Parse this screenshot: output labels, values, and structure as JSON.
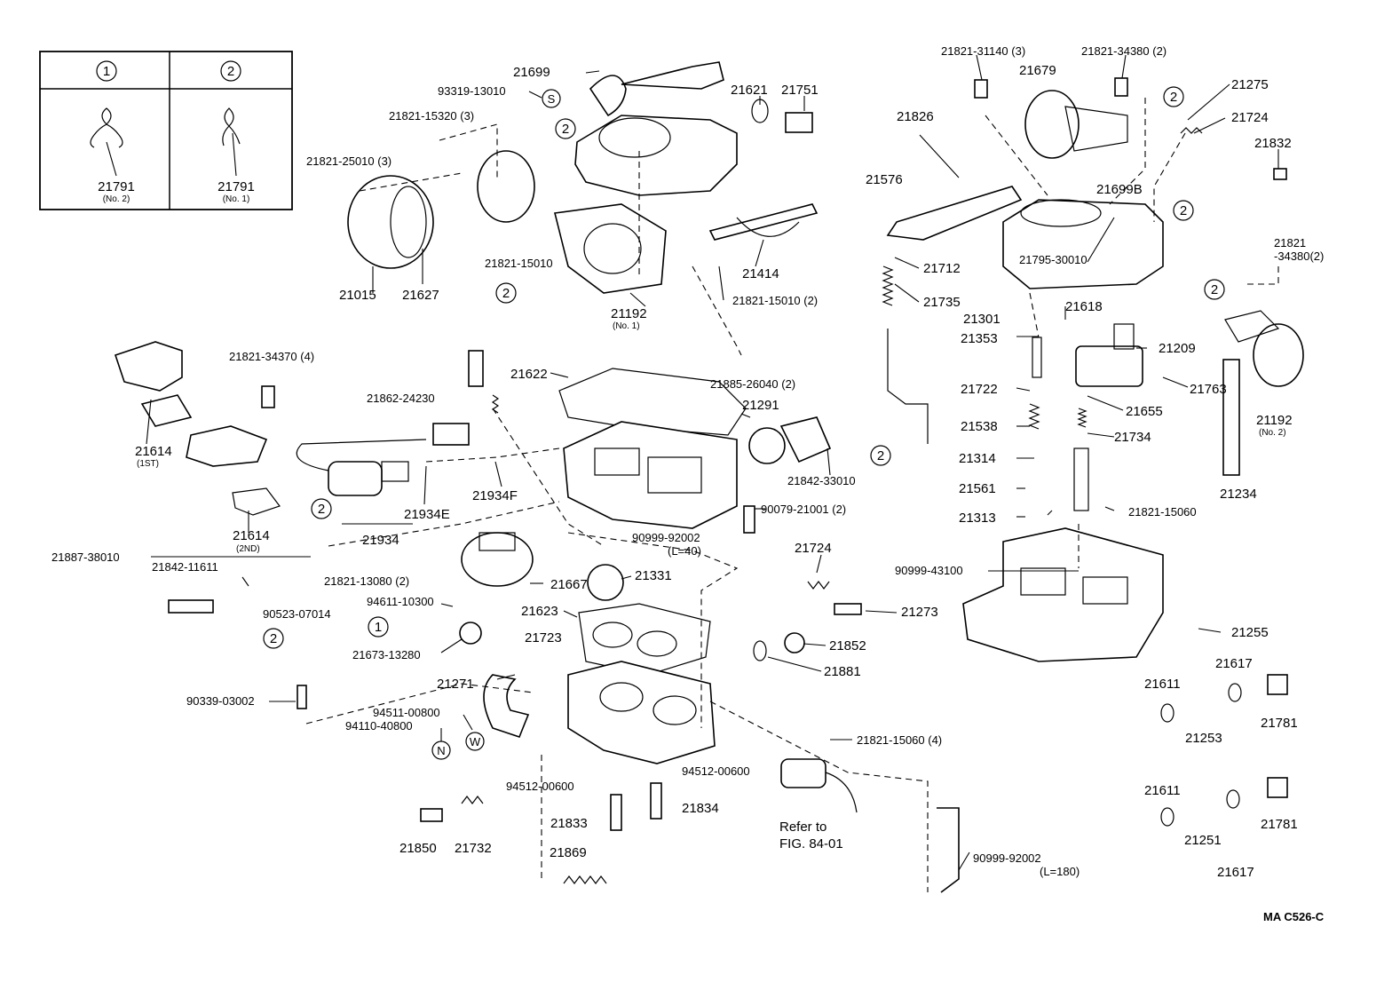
{
  "legend": {
    "headers": [
      "1",
      "2"
    ],
    "cells": [
      {
        "part": "21791",
        "note": "(No. 2)"
      },
      {
        "part": "21791",
        "note": "(No. 1)"
      }
    ]
  },
  "callouts": [
    {
      "id": "c1",
      "text": "21699"
    },
    {
      "id": "c2",
      "text": "93319-13010"
    },
    {
      "id": "c3",
      "text": "S"
    },
    {
      "id": "c4",
      "text": "21621"
    },
    {
      "id": "c5",
      "text": "21751"
    },
    {
      "id": "c6",
      "text": "21821-15320 (3)"
    },
    {
      "id": "c7",
      "text": "21821-25010 (3)"
    },
    {
      "id": "c8",
      "text": "21015"
    },
    {
      "id": "c9",
      "text": "21627"
    },
    {
      "id": "c10",
      "text": "21821-15010"
    },
    {
      "id": "c11",
      "text": "21192"
    },
    {
      "id": "c11n",
      "text": "(No. 1)"
    },
    {
      "id": "c12",
      "text": "21414"
    },
    {
      "id": "c13",
      "text": "21821-15010 (2)"
    },
    {
      "id": "c14",
      "text": "21885-26040 (2)"
    },
    {
      "id": "c15",
      "text": "21821-34370 (4)"
    },
    {
      "id": "c16",
      "text": "21614"
    },
    {
      "id": "c16n",
      "text": "(1ST)"
    },
    {
      "id": "c17",
      "text": "21614"
    },
    {
      "id": "c17n",
      "text": "(2ND)"
    },
    {
      "id": "c18",
      "text": "21862-24230"
    },
    {
      "id": "c19",
      "text": "21622"
    },
    {
      "id": "c20",
      "text": "21291"
    },
    {
      "id": "c21",
      "text": "21842-33010"
    },
    {
      "id": "c22",
      "text": "21934F"
    },
    {
      "id": "c23",
      "text": "21934E"
    },
    {
      "id": "c24",
      "text": "21934"
    },
    {
      "id": "c25",
      "text": "90079-21001 (2)"
    },
    {
      "id": "c26",
      "text": "90999-92002"
    },
    {
      "id": "c26n",
      "text": "(L=40)"
    },
    {
      "id": "c27",
      "text": "21887-38010"
    },
    {
      "id": "c28",
      "text": "21842-11611"
    },
    {
      "id": "c29",
      "text": "21821-13080 (2)"
    },
    {
      "id": "c30",
      "text": "90523-07014"
    },
    {
      "id": "c31",
      "text": "94611-10300"
    },
    {
      "id": "c32",
      "text": "21667"
    },
    {
      "id": "c33",
      "text": "21331"
    },
    {
      "id": "c34",
      "text": "21623"
    },
    {
      "id": "c35",
      "text": "21724"
    },
    {
      "id": "c36",
      "text": "21273"
    },
    {
      "id": "c37",
      "text": "21852"
    },
    {
      "id": "c38",
      "text": "21881"
    },
    {
      "id": "c39",
      "text": "21673-13280"
    },
    {
      "id": "c40",
      "text": "21723"
    },
    {
      "id": "c41",
      "text": "21271"
    },
    {
      "id": "c42",
      "text": "90339-03002"
    },
    {
      "id": "c43",
      "text": "94511-00800"
    },
    {
      "id": "c44",
      "text": "94110-40800"
    },
    {
      "id": "c45",
      "text": "N"
    },
    {
      "id": "c46",
      "text": "W"
    },
    {
      "id": "c47",
      "text": "21821-15060 (4)"
    },
    {
      "id": "c48",
      "text": "94512-00600"
    },
    {
      "id": "c49",
      "text": "94512-00600"
    },
    {
      "id": "c50",
      "text": "21833"
    },
    {
      "id": "c51",
      "text": "21834"
    },
    {
      "id": "c52",
      "text": "Refer to"
    },
    {
      "id": "c53",
      "text": "FIG. 84-01"
    },
    {
      "id": "c54",
      "text": "21850"
    },
    {
      "id": "c55",
      "text": "21732"
    },
    {
      "id": "c56",
      "text": "21869"
    },
    {
      "id": "c57",
      "text": "90999-92002"
    },
    {
      "id": "c57n",
      "text": "(L=180)"
    },
    {
      "id": "c58",
      "text": "21821-31140 (3)"
    },
    {
      "id": "c59",
      "text": "21821-34380 (2)"
    },
    {
      "id": "c60",
      "text": "21679"
    },
    {
      "id": "c61",
      "text": "21275"
    },
    {
      "id": "c62",
      "text": "21724"
    },
    {
      "id": "c63",
      "text": "21832"
    },
    {
      "id": "c64",
      "text": "21826"
    },
    {
      "id": "c65",
      "text": "21699B"
    },
    {
      "id": "c66",
      "text": "21576"
    },
    {
      "id": "c67",
      "text": "21795-30010"
    },
    {
      "id": "c68",
      "text": "21821"
    },
    {
      "id": "c68b",
      "text": "-34380(2)"
    },
    {
      "id": "c69",
      "text": "21712"
    },
    {
      "id": "c70",
      "text": "21735"
    },
    {
      "id": "c71",
      "text": "21301"
    },
    {
      "id": "c72",
      "text": "21618"
    },
    {
      "id": "c73",
      "text": "21353"
    },
    {
      "id": "c74",
      "text": "21209"
    },
    {
      "id": "c75",
      "text": "21722"
    },
    {
      "id": "c76",
      "text": "21763"
    },
    {
      "id": "c77",
      "text": "21655"
    },
    {
      "id": "c78",
      "text": "21538"
    },
    {
      "id": "c79",
      "text": "21734"
    },
    {
      "id": "c80",
      "text": "21192"
    },
    {
      "id": "c80n",
      "text": "(No. 2)"
    },
    {
      "id": "c81",
      "text": "21314"
    },
    {
      "id": "c82",
      "text": "21561"
    },
    {
      "id": "c83",
      "text": "21821-15060"
    },
    {
      "id": "c84",
      "text": "21234"
    },
    {
      "id": "c85",
      "text": "21313"
    },
    {
      "id": "c86",
      "text": "90999-43100"
    },
    {
      "id": "c87",
      "text": "21255"
    },
    {
      "id": "c88",
      "text": "21617"
    },
    {
      "id": "c89",
      "text": "21611"
    },
    {
      "id": "c90",
      "text": "21781"
    },
    {
      "id": "c91",
      "text": "21253"
    },
    {
      "id": "c92",
      "text": "21611"
    },
    {
      "id": "c93",
      "text": "21781"
    },
    {
      "id": "c94",
      "text": "21251"
    },
    {
      "id": "c95",
      "text": "21617"
    }
  ],
  "circled_markers": [
    "1",
    "2"
  ],
  "figure_code": "MA C526-C"
}
